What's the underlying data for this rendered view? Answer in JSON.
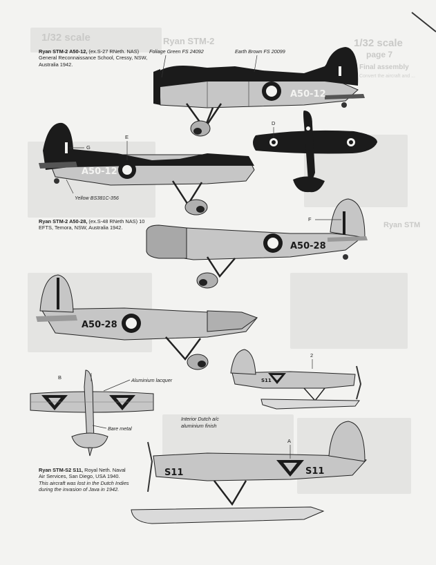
{
  "background": {
    "scale_left": "1/32 scale",
    "title_fragment": "Ryan STM-2",
    "scale_right": "1/32 scale",
    "page_label": "page 7",
    "instruction_heading": "Final assembly",
    "instruction_line": "Convert the aircraft and ... ",
    "page_right_fragment": "Ryan STM"
  },
  "captions": {
    "c1_bold": "Ryan STM-2 A50-12,",
    "c1_rest": " (ex.S-27 RNeth. NAS) General Reconnaissance School, Cressy, NSW, Australia 1942.",
    "c2_bold": "Ryan STM-2 A50-28,",
    "c2_rest": " (ex.S-48 RNeth NAS) 10 EFTS, Temora, NSW, Australia 1942.",
    "c3_bold": "Ryan STM-S2 S11,",
    "c3_rest": " Royal Neth. Naval Air Services, San Diego, USA 1940.",
    "c3_italic": "This aircraft was lost in the Dutch Indies during the invasion of Java in 1942."
  },
  "callouts": {
    "foliage": "Foliage Green FS 24092",
    "earth": "Earth Brown FS 20099",
    "yellow": "Yellow BS381C-356",
    "aluminium": "Aluminium lacquer",
    "bare_metal": "Bare metal",
    "interior_1": "Interior Dutch a/c",
    "interior_2": "aluminium finish"
  },
  "letters": {
    "d": "D",
    "e": "E",
    "f": "F",
    "g": "G",
    "b": "B",
    "two": "2",
    "a": "A"
  },
  "registrations": {
    "a50_12": "A50-12",
    "a50_28": "A50-28",
    "s11": "S11"
  },
  "colors": {
    "dark_camo": "#1b1b1b",
    "aluminium": "#c6c6c6",
    "metal_dark": "#8f8f8f",
    "float": "#dadada",
    "ink": "#1e1e1e"
  }
}
